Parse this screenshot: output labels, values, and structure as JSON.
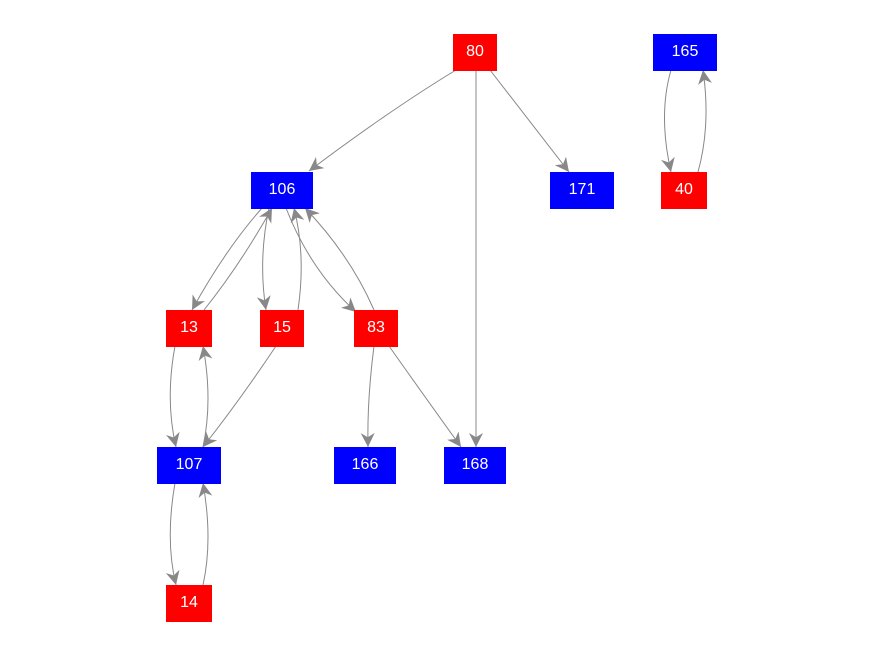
{
  "nodes": [
    {
      "id": "80",
      "label": "80",
      "color": "#ff0000"
    },
    {
      "id": "165",
      "label": "165",
      "color": "#0000ff"
    },
    {
      "id": "106",
      "label": "106",
      "color": "#0000ff"
    },
    {
      "id": "171",
      "label": "171",
      "color": "#0000ff"
    },
    {
      "id": "40",
      "label": "40",
      "color": "#ff0000"
    },
    {
      "id": "13",
      "label": "13",
      "color": "#ff0000"
    },
    {
      "id": "15",
      "label": "15",
      "color": "#ff0000"
    },
    {
      "id": "83",
      "label": "83",
      "color": "#ff0000"
    },
    {
      "id": "107",
      "label": "107",
      "color": "#0000ff"
    },
    {
      "id": "166",
      "label": "166",
      "color": "#0000ff"
    },
    {
      "id": "168",
      "label": "168",
      "color": "#0000ff"
    },
    {
      "id": "14",
      "label": "14",
      "color": "#ff0000"
    }
  ],
  "edges": [
    {
      "from": "80",
      "to": "106"
    },
    {
      "from": "80",
      "to": "168"
    },
    {
      "from": "80",
      "to": "171"
    },
    {
      "from": "165",
      "to": "40"
    },
    {
      "from": "40",
      "to": "165"
    },
    {
      "from": "106",
      "to": "13"
    },
    {
      "from": "106",
      "to": "15"
    },
    {
      "from": "106",
      "to": "83"
    },
    {
      "from": "13",
      "to": "106"
    },
    {
      "from": "15",
      "to": "106"
    },
    {
      "from": "83",
      "to": "106"
    },
    {
      "from": "13",
      "to": "107"
    },
    {
      "from": "107",
      "to": "13"
    },
    {
      "from": "15",
      "to": "107"
    },
    {
      "from": "83",
      "to": "166"
    },
    {
      "from": "83",
      "to": "168"
    },
    {
      "from": "107",
      "to": "14"
    },
    {
      "from": "14",
      "to": "107"
    }
  ],
  "colors": {
    "edge": "#888888",
    "red_node": "#ff0000",
    "blue_node": "#0000ff",
    "label": "#ffffff"
  }
}
